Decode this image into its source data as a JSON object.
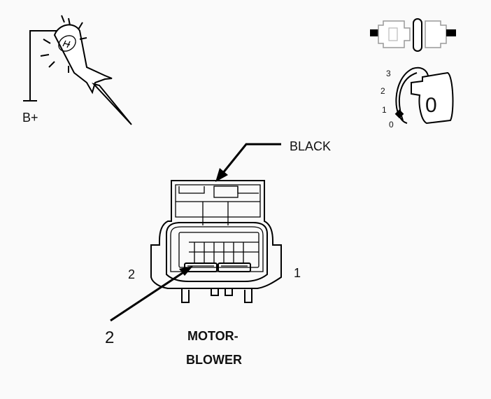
{
  "probe": {
    "label": "B+"
  },
  "ignition": {
    "positions": [
      "3",
      "2",
      "1",
      "0"
    ],
    "key_label": "0"
  },
  "connector": {
    "wire_color_label": "BLACK",
    "pin_left_label": "2",
    "pin_right_label": "1",
    "callout_label": "2",
    "component_name_line1": "MOTOR-",
    "component_name_line2": "BLOWER"
  },
  "colors": {
    "line": "#000000",
    "background": "#fafafa",
    "connector_fill": "#ffffff"
  }
}
